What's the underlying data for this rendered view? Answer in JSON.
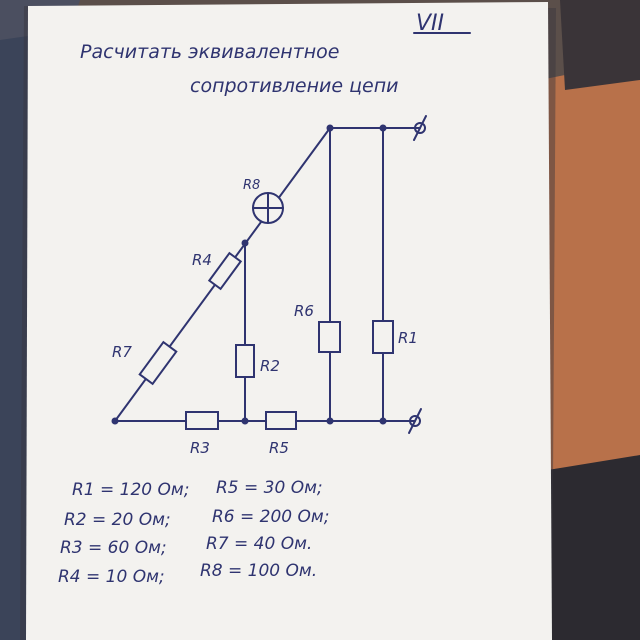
{
  "sheet_number": "VII",
  "title_line1": "Расчитать эквивалентное",
  "title_line2": "сопротивление цепи",
  "diagram_labels": {
    "r1": "R1",
    "r2": "R2",
    "r3": "R3",
    "r4": "R4",
    "r5": "R5",
    "r6": "R6",
    "r7": "R7",
    "r8": "R8"
  },
  "values": [
    "R1 = 120 Ом;",
    "R2 = 20 Ом;",
    "R3 = 60 Ом;",
    "R4 = 10 Ом;",
    "R5 = 30 Ом;",
    "R6 = 200 Ом;",
    "R7 = 40 Ом.",
    "R8 = 100 Ом."
  ],
  "colors": {
    "ink": "#2f3470",
    "paper": "#f3f2ef",
    "table": "#b8714a"
  }
}
